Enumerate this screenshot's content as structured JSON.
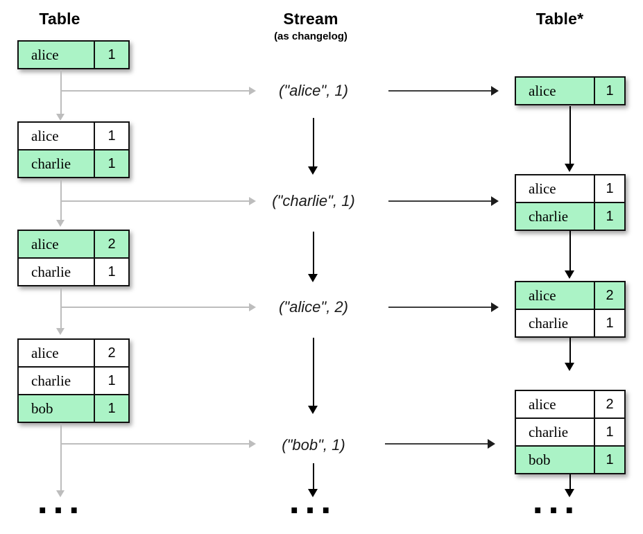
{
  "columns": {
    "left": {
      "title": "Table"
    },
    "middle": {
      "title": "Stream",
      "subtitle": "(as changelog)"
    },
    "right": {
      "title": "Table*"
    }
  },
  "left_tables": [
    {
      "rows": [
        {
          "key": "alice",
          "value": "1",
          "highlight": true
        }
      ]
    },
    {
      "rows": [
        {
          "key": "alice",
          "value": "1",
          "highlight": false
        },
        {
          "key": "charlie",
          "value": "1",
          "highlight": true
        }
      ]
    },
    {
      "rows": [
        {
          "key": "alice",
          "value": "2",
          "highlight": true
        },
        {
          "key": "charlie",
          "value": "1",
          "highlight": false
        }
      ]
    },
    {
      "rows": [
        {
          "key": "alice",
          "value": "2",
          "highlight": false
        },
        {
          "key": "charlie",
          "value": "1",
          "highlight": false
        },
        {
          "key": "bob",
          "value": "1",
          "highlight": true
        }
      ]
    }
  ],
  "stream_events": [
    "(\"alice\", 1)",
    "(\"charlie\", 1)",
    "(\"alice\", 2)",
    "(\"bob\", 1)"
  ],
  "right_tables": [
    {
      "rows": [
        {
          "key": "alice",
          "value": "1",
          "highlight": true
        }
      ]
    },
    {
      "rows": [
        {
          "key": "alice",
          "value": "1",
          "highlight": false
        },
        {
          "key": "charlie",
          "value": "1",
          "highlight": true
        }
      ]
    },
    {
      "rows": [
        {
          "key": "alice",
          "value": "2",
          "highlight": true
        },
        {
          "key": "charlie",
          "value": "1",
          "highlight": false
        }
      ]
    },
    {
      "rows": [
        {
          "key": "alice",
          "value": "2",
          "highlight": false
        },
        {
          "key": "charlie",
          "value": "1",
          "highlight": false
        },
        {
          "key": "bob",
          "value": "1",
          "highlight": true
        }
      ]
    }
  ],
  "ellipsis": "...",
  "colors": {
    "highlight_green": "#abf3c6",
    "connector_gray": "#bdbdbd",
    "arrow_black": "#000000"
  }
}
